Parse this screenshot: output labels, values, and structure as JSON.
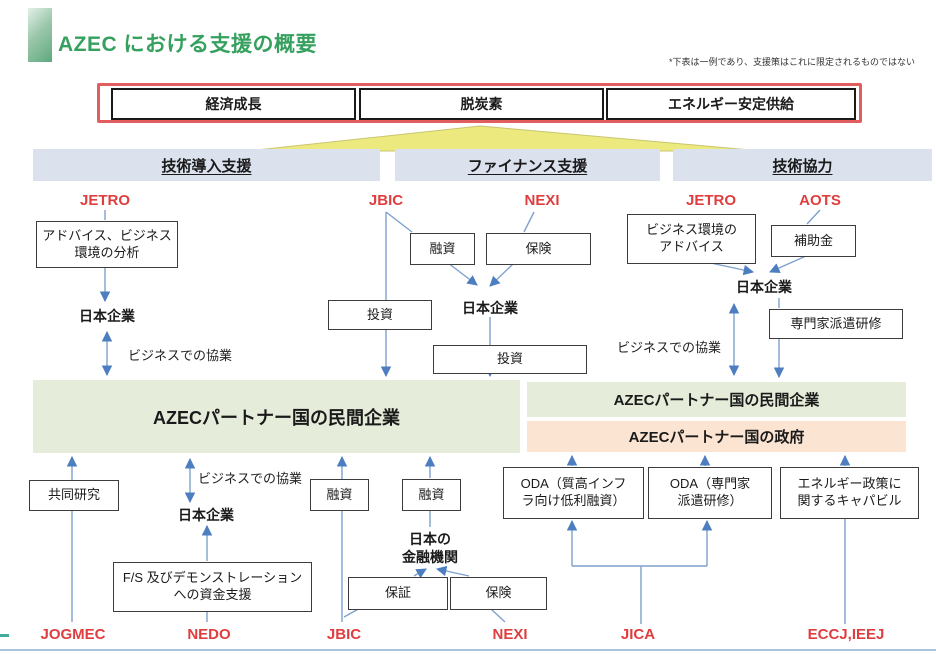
{
  "title": "AZEC における支援の概要",
  "note": "*下表は一例であり、支援策はこれに限定されるものではない",
  "goals": [
    "経済成長",
    "脱炭素",
    "エネルギー安定供給"
  ],
  "headers": [
    "技術導入支援",
    "ファイナンス支援",
    "技術協力"
  ],
  "agencies": {
    "jetro_left": "JETRO",
    "jbic_top": "JBIC",
    "nexi_top": "NEXI",
    "jetro_right": "JETRO",
    "aots": "AOTS",
    "jogmec": "JOGMEC",
    "nedo": "NEDO",
    "jbic_bottom": "JBIC",
    "nexi_bottom": "NEXI",
    "jica": "JICA",
    "eccj_ieej": "ECCJ,IEEJ"
  },
  "boxes": {
    "advice_analysis": "アドバイス、ビジネス\n環境の分析",
    "loan_fin": "融資",
    "insurance_fin": "保険",
    "investment_jbic": "投資",
    "investment_japanco": "投資",
    "biz_env_advice": "ビジネス環境の\nアドバイス",
    "subsidy": "補助金",
    "expert_dispatch": "専門家派遣研修",
    "joint_research": "共同研究",
    "fs_funding": "F/S 及びデモンストレーション\nへの資金支援",
    "loan_jbic_bottom": "融資",
    "loan_fi": "融資",
    "guarantee": "保証",
    "insurance_bottom": "保険",
    "oda_infra": "ODA（質高インフ\nラ向け低利融資）",
    "oda_expert": "ODA（専門家\n派遣研修）",
    "energy_capacity": "エネルギー政策に\n関するキャパビル"
  },
  "entities": {
    "japan_co_left": "日本企業",
    "japan_co_fin": "日本企業",
    "japan_co_right": "日本企業",
    "japan_co_nedo": "日本企業",
    "japan_fi": "日本の\n金融機関"
  },
  "collab": {
    "left": "ビジネスでの協業",
    "right": "ビジネスでの協業",
    "bottom": "ビジネスでの協業"
  },
  "bands": {
    "private_main": "AZECパートナー国の民間企業",
    "private_right": "AZECパートナー国の民間企業",
    "government": "AZECパートナー国の政府"
  },
  "colors": {
    "title_green": "#36a05f",
    "agency_red": "#e03e3e",
    "frame_red": "#e25d5d",
    "header_band_blue": "#dbe2ee",
    "band_green": "#e6ecda",
    "band_orange": "#fce4d3",
    "beam_yellow": "#ece97f",
    "line_blue": "#7da1cc",
    "arrowhead_blue": "#4d7ec0"
  }
}
